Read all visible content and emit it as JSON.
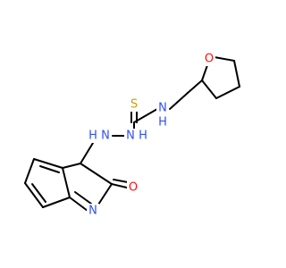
{
  "molecule": {
    "atom_labels": {
      "sulfur": "S",
      "n_thioamide": "N",
      "h_thioamide": "H",
      "oxygen_ring": "O",
      "n_hydrazine_1": "N",
      "h_hydrazine_1": "H",
      "n_hydrazine_2": "N",
      "h_hydrazine_2": "H",
      "n_indole": "N",
      "oxygen_carbonyl": "O"
    },
    "colors": {
      "carbon_bond": "#000000",
      "nitrogen": "#3050f8",
      "oxygen": "#ff0d0d",
      "sulfur": "#c8a000"
    }
  }
}
